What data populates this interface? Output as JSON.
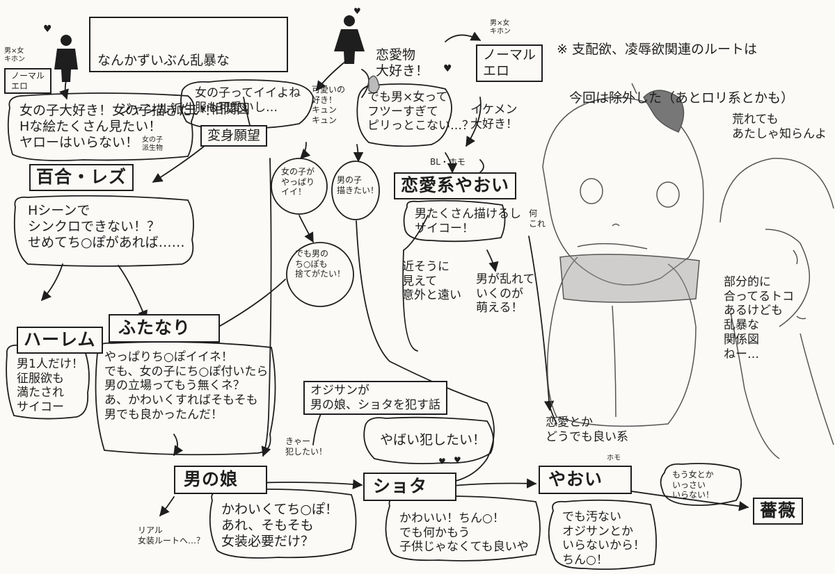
{
  "title": {
    "line1": "なんかずいぶん乱暴な",
    "line2": "ジャンル派生・相関図"
  },
  "note": {
    "line1": "※ 支配欲、凌辱欲関連のルートは",
    "line2": "今回は除外した（あとロリ系とかも）"
  },
  "reader_male": {
    "tag": "男×女\nキホン",
    "genre": "ノーマル\nエロ",
    "comment": "女の子大好き！女の子描きたい！\nHな絵たくさん見たい！\nヤローはいらない！"
  },
  "reader_female": {
    "tag": "男×女\nキホン",
    "genre": "ノーマル\nエロ",
    "love": "恋愛物\n大好き！",
    "comment": "でも男×女って\nフツーすぎて\nピリっとこない…？",
    "ikemen": "イケメン\n大好き！"
  },
  "henshin": {
    "comment": "女の子ってイイよね\n服も可愛いし…",
    "label": "変身願望",
    "kawaii": "可愛いの\n好き！\nキュン\nキュン"
  },
  "yuri": {
    "tag": "女の子\n派生物",
    "label": "百合・レズ",
    "comment": "Hシーンで\nシンクロできない！？\nせめてち○ぽがあれば……"
  },
  "bubbles": {
    "girl_ok": "女の子が\nやっぱり\nイイ！",
    "draw_boys": "男の子\n描きたい！",
    "chinpo": "でも男の\nち○ぽも\n捨てがたい！"
  },
  "bl": {
    "tag": "BL・ホモ",
    "label": "恋愛系やおい",
    "comment1": "男たくさん描けるし\nサイコー！",
    "comment2": "近そうに\n見えて\n意外と遠い",
    "comment3": "男が乱れて\nいくのが\n萌える！"
  },
  "harem": {
    "label": "ハーレム",
    "comment": "男1人だけ！\n征服欲も\n満たされ\nサイコー"
  },
  "futanari": {
    "label": "ふたなり",
    "comment": "やっぱりち○ぽイイネ！\nでも、女の子にち○ぽ付いたら\n男の立場ってもう無くネ？\nあ、かわいくすればそもそも\n男でも良かったんだ！"
  },
  "ojisan": {
    "label": "オジサンが\n男の娘、ショタを犯す話"
  },
  "otokonoko": {
    "label": "男の娘",
    "kya": "きゃー\n犯したい！",
    "comment": "かわいくてち○ぽ！\nあれ、そもそも\n女装必要だけ？",
    "real": "リアル\n女装ルートへ…？"
  },
  "shota": {
    "label": "ショタ",
    "yabai": "やばい犯したい！",
    "comment": "かわいい！ちん○！\nでも何かもう\n子供じゃなくても良いや"
  },
  "yaoi": {
    "love_note": "恋愛とか\nどうでも良い系",
    "homo": "ホモ",
    "label": "やおい",
    "comment": "でも汚ない\nオジサンとか\nいらないから！\nちん○！"
  },
  "bara": {
    "comment": "もう女とか\nいっさい\nいらない！",
    "label": "薔薇"
  },
  "characters": {
    "nanikore": "何\nこれ",
    "arete": "荒れても\nあたしゃ知らんよ",
    "bubun": "部分的に\n合ってるトコ\nあるけども\n乱暴な\n関係図\nねー…"
  }
}
